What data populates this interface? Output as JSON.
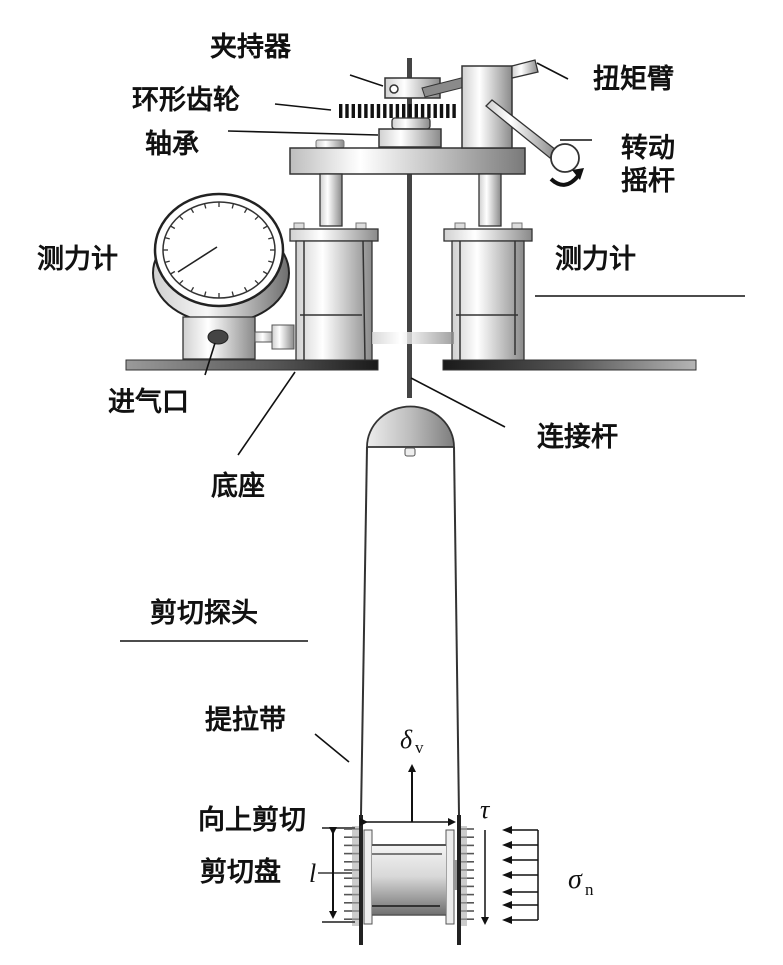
{
  "diagram": {
    "title": "",
    "labels": {
      "clamp": "夹持器",
      "ring_gear": "环形齿轮",
      "bearing": "轴承",
      "torque_arm": "扭矩臂",
      "crank_line1": "转动",
      "crank_line2": "摇杆",
      "gauge_left": "测力计",
      "gauge_right": "测力计",
      "air_inlet": "进气口",
      "base": "底座",
      "connecting_rod": "连接杆",
      "shear_probe": "剪切探头",
      "pull_strap": "提拉带",
      "upward_shear": "向上剪切",
      "shear_plate": "剪切盘"
    },
    "symbols": {
      "delta": "δ",
      "delta_sub": "v",
      "tau": "τ",
      "length": "l",
      "sigma": "σ",
      "sigma_sub": "n"
    },
    "colors": {
      "ink": "#111111",
      "metal_light": "#f2f2f2",
      "metal_dark": "#8a8a8a",
      "base_dark": "#222222"
    }
  }
}
